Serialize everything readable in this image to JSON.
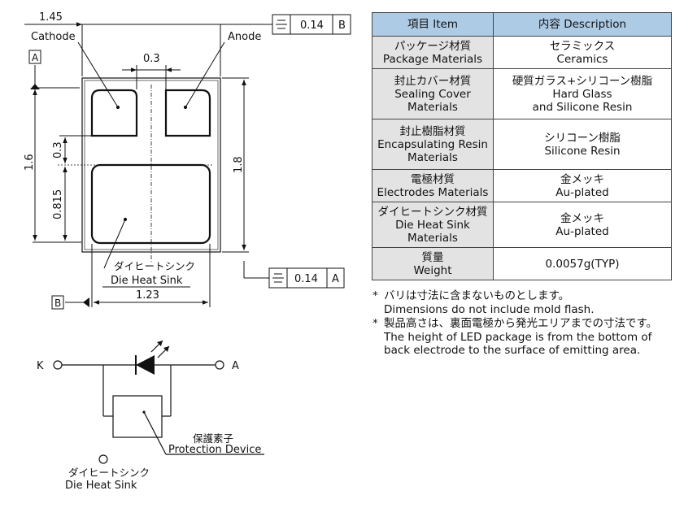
{
  "drawing": {
    "dim_width_total": "1.45",
    "dim_gap": "0.3",
    "dim_height_total": "1.6",
    "dim_height_inner": "1.8",
    "dim_pad_height": "0.3",
    "dim_sink_height": "0.815",
    "dim_sink_width": "1.23",
    "label_cathode": "Cathode",
    "label_anode": "Anode",
    "label_heatsink_ja": "ダイヒートシンク",
    "label_heatsink_en": "Die Heat Sink",
    "datum_a": "A",
    "datum_b": "B",
    "tol_top_value": "0.14",
    "tol_top_ref": "B",
    "tol_bottom_value": "0.14",
    "tol_bottom_ref": "A"
  },
  "circuit": {
    "label_k": "K",
    "label_a": "A",
    "protection_ja": "保護素子",
    "protection_en": "Protection Device",
    "heatsink_ja": "ダイヒートシンク",
    "heatsink_en": "Die Heat Sink"
  },
  "table": {
    "header_item": "項目 Item",
    "header_desc": "内容 Description",
    "rows": [
      {
        "item": [
          "パッケージ材質",
          "Package Materials"
        ],
        "desc": [
          "セラミックス",
          "Ceramics"
        ]
      },
      {
        "item": [
          "封止カバー材質",
          "Sealing Cover",
          "Materials"
        ],
        "desc": [
          "硬質ガラス+シリコーン樹脂",
          "Hard Glass",
          "and Silicone Resin"
        ]
      },
      {
        "item": [
          "封止樹脂材質",
          "Encapsulating Resin",
          "Materials"
        ],
        "desc": [
          "シリコーン樹脂",
          "Silicone Resin"
        ]
      },
      {
        "item": [
          "電極材質",
          "Electrodes Materials"
        ],
        "desc": [
          "金メッキ",
          "Au-plated"
        ]
      },
      {
        "item": [
          "ダイヒートシンク材質",
          "Die Heat Sink",
          "Materials"
        ],
        "desc": [
          "金メッキ",
          "Au-plated"
        ]
      },
      {
        "item": [
          "質量",
          "Weight"
        ],
        "desc": [
          "0.0057g(TYP)"
        ]
      }
    ]
  },
  "notes": [
    {
      "mark": "*",
      "ja": "バリは寸法に含まないものとします。",
      "en": [
        "Dimensions do not include mold flash."
      ]
    },
    {
      "mark": "*",
      "ja": "製品高さは、裏面電極から発光エリアまでの寸法です。",
      "en": [
        "The height of LED package is from the bottom of",
        "back electrode to the surface of emitting area."
      ]
    }
  ]
}
